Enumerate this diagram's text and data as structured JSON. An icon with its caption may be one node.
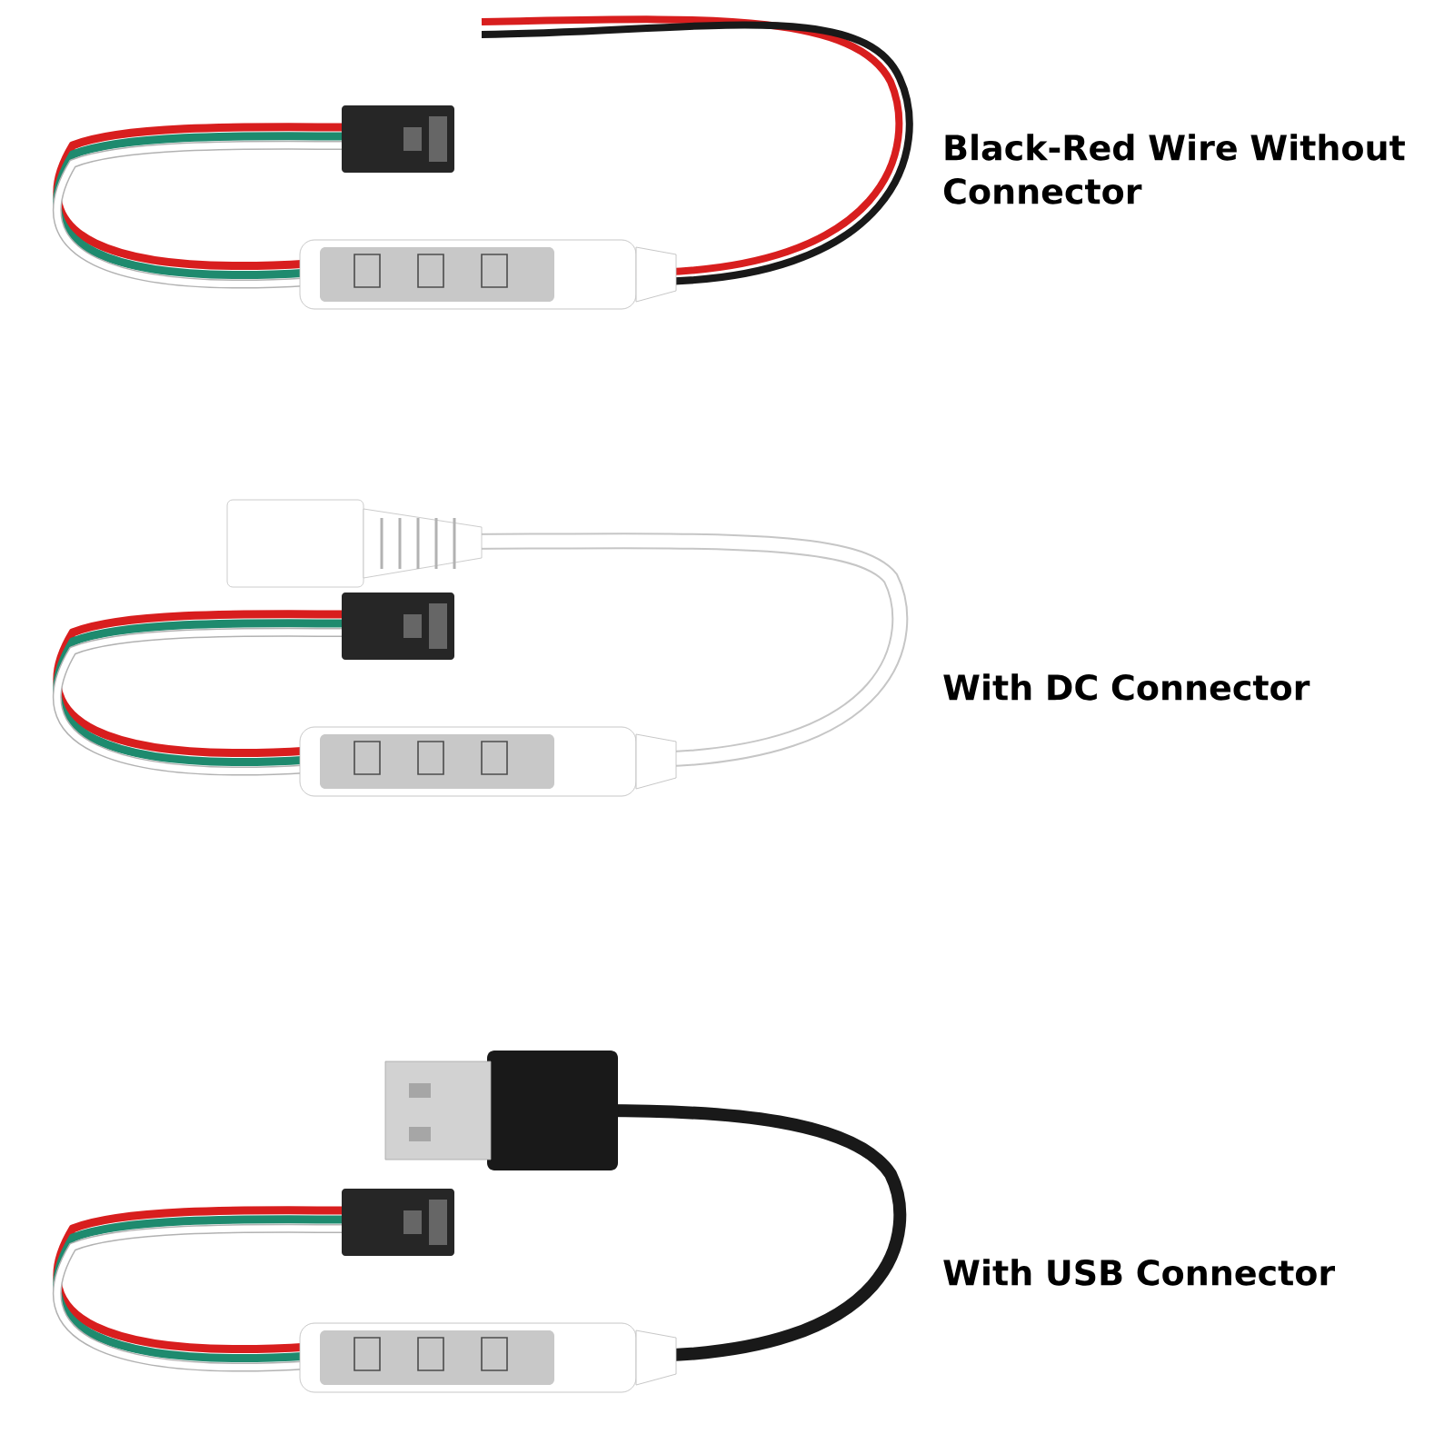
{
  "diagram": {
    "labels": [
      "Black-Red Wire Without Connector",
      "With DC Connector",
      "With USB Connector"
    ]
  }
}
